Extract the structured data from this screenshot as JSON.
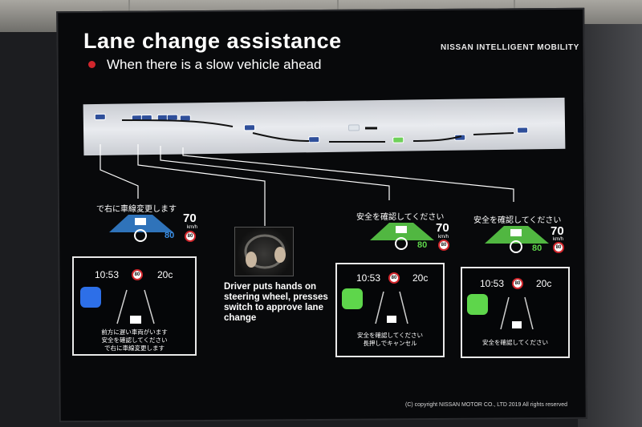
{
  "slide": {
    "title": "Lane change assistance",
    "brand": "NISSAN INTELLIGENT MOBILITY",
    "bullet": "When there is a slow vehicle ahead",
    "bullet_color": "#d0262c",
    "copyright": "(C) copyright NISSAN MOTOR CO., LTD 2019 All rights reserved"
  },
  "hud": [
    {
      "message": "で右に車線変更します",
      "speed": "70",
      "unit": "km/h",
      "limit": "80",
      "level": "80",
      "accent": "#3a8fe6"
    },
    {
      "message": "安全を確認してください",
      "speed": "70",
      "unit": "km/h",
      "limit": "80",
      "level": "80",
      "accent": "#5ed64b"
    },
    {
      "message": "安全を確認してください",
      "speed": "70",
      "unit": "km/h",
      "limit": "80",
      "level": "80",
      "accent": "#5ed64b"
    }
  ],
  "driver_text": "Driver puts hands on steering wheel, presses switch to approve lane change",
  "panels": [
    {
      "time": "10:53",
      "limit": "80",
      "temp": "20c",
      "lines": [
        "前方に遅い車両がいます",
        "安全を確認してください",
        "で右に車線変更します"
      ],
      "accent": "#2d6fe8"
    },
    {
      "time": "10:53",
      "limit": "80",
      "temp": "20c",
      "lines": [
        "安全を確認してください",
        "長押しでキャンセル"
      ],
      "accent": "#5ed64b"
    },
    {
      "time": "10:53",
      "limit": "80",
      "temp": "20c",
      "lines": [
        "安全を確認してください"
      ],
      "accent": "#5ed64b"
    }
  ]
}
